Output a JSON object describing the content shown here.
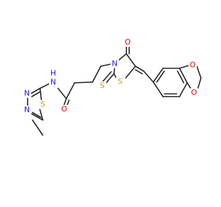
{
  "colors": {
    "bond": "#222222",
    "oxygen": "#e00000",
    "nitrogen": "#1a1aff",
    "sulfur": "#b8a000",
    "carbon": "#222222",
    "background": "#ffffff"
  },
  "atoms": {
    "o_ketone": "O",
    "s_thione": "S",
    "n_ring": "N",
    "s_ring": "S",
    "o_diox_top": "O",
    "o_diox_bottom": "O",
    "o_amide": "O",
    "nh_amide": "N",
    "h_amide": "H",
    "n_td_1": "N",
    "n_td_2": "N",
    "s_td": "S"
  }
}
